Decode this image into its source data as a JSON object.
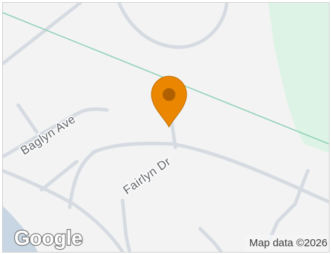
{
  "map": {
    "streets": {
      "baglyn_ave": "Baglyn Ave",
      "fairlyn_dr": "Fairlyn Dr"
    },
    "logo": "Google",
    "attribution": "Map data ©2026",
    "colors": {
      "land": "#f3f3f4",
      "road": "#d6dbe2",
      "park": "#ddf3e5",
      "rail": "#8fd1b4",
      "water": "#c8d6e4",
      "marker": "#ea8600",
      "marker_dot": "#b06000"
    },
    "marker_icon": "map-pin-icon"
  }
}
